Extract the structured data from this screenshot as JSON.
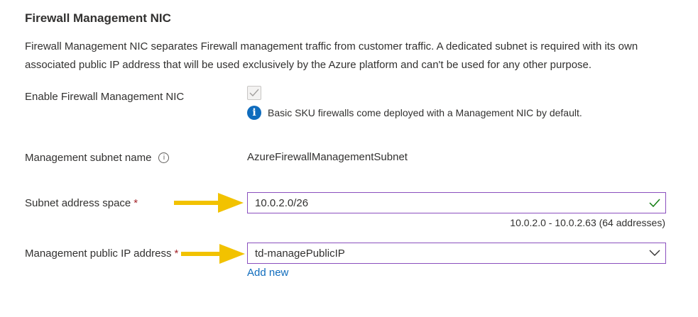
{
  "section": {
    "title": "Firewall Management NIC",
    "description": "Firewall Management NIC separates Firewall management traffic from customer traffic. A dedicated subnet is required with its own associated public IP address that will be used exclusively by the Azure platform and can't be used for any other purpose."
  },
  "enable_nic": {
    "label": "Enable Firewall Management NIC",
    "checked": true,
    "disabled": true,
    "info_text": "Basic SKU firewalls come deployed with a Management NIC by default.",
    "info_icon": "info-icon"
  },
  "subnet_name": {
    "label": "Management subnet name",
    "tooltip_icon": "info-outline-icon",
    "value": "AzureFirewallManagementSubnet"
  },
  "subnet_space": {
    "label": "Subnet address space",
    "required_mark": "*",
    "value": "10.0.2.0/26",
    "valid_icon": "checkmark-icon",
    "range_text": "10.0.2.0 - 10.0.2.63 (64 addresses)"
  },
  "public_ip": {
    "label": "Management public IP address",
    "required_mark": "*",
    "selected": "td-managePublicIP",
    "dropdown_icon": "chevron-down-icon",
    "add_new_label": "Add new"
  },
  "colors": {
    "text": "#323130",
    "accent_border": "#8a4fbe",
    "link": "#0f6cbd",
    "valid_green": "#107c10",
    "required_red": "#a4262c",
    "annotation_arrow": "#f2c200"
  }
}
